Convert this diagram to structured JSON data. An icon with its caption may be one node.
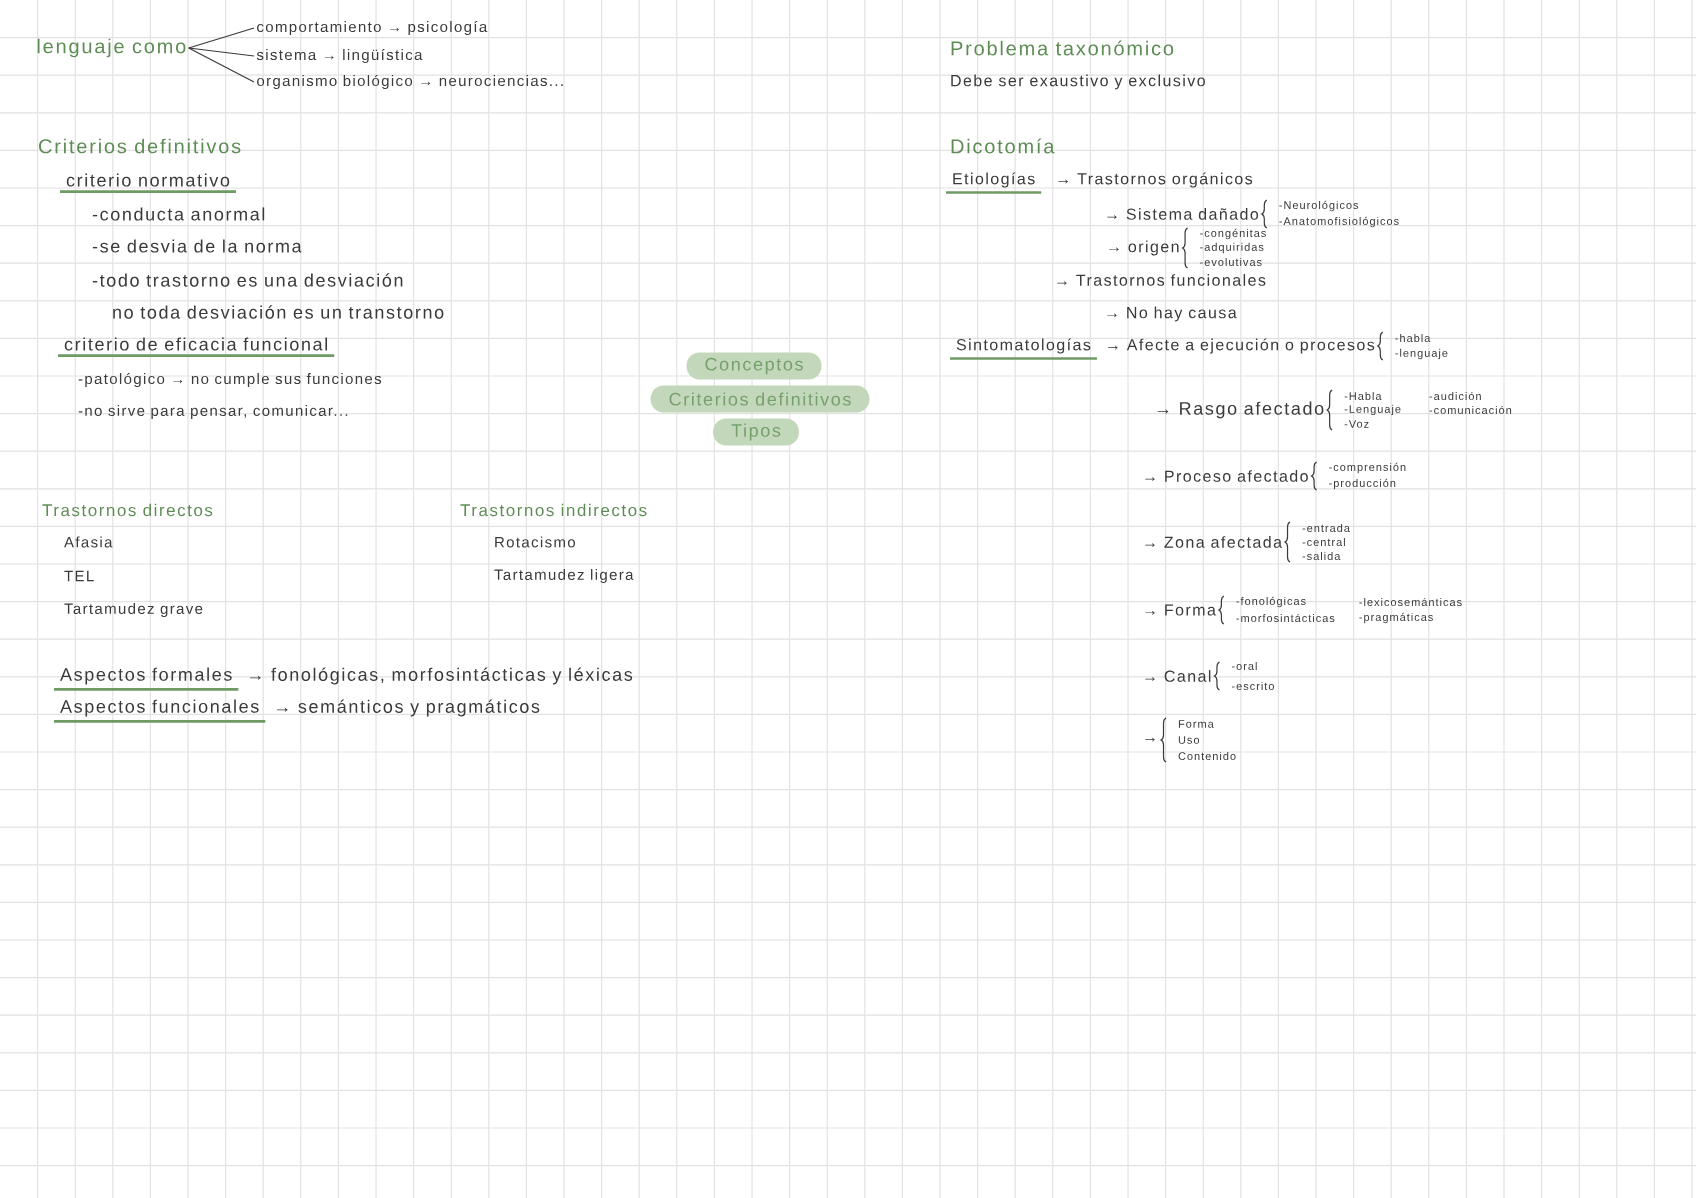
{
  "diagram": {
    "nodes": [
      {
        "text": [
          "lenguaje como"
        ]
      },
      {
        "text": [
          "comportamiento → psicología"
        ]
      },
      {
        "text": [
          "sistema → lingüística"
        ]
      },
      {
        "text": [
          "organismo biológico → neurociencias..."
        ]
      },
      {
        "text": [
          "Conceptos"
        ]
      },
      {
        "text": [
          "Criterios definitivos"
        ]
      },
      {
        "text": [
          "Tipos"
        ]
      }
    ],
    "edges": [
      {
        "from": 0,
        "to": 1,
        "arrow": "none"
      },
      {
        "from": 0,
        "to": 2,
        "arrow": "none"
      },
      {
        "from": 0,
        "to": 3,
        "arrow": "none"
      }
    ],
    "labels": [
      "Criterios definitivos",
      "criterio normativo",
      "-conducta anormal",
      "-se desvia de la norma",
      "-todo trastorno es una desviación",
      "no toda desviación es un transtorno",
      "criterio de eficacia funcional",
      "-patológico → no cumple sus funciones",
      "-no sirve para pensar, comunicar...",
      "Trastornos directos",
      "Afasia",
      "TEL",
      "Tartamudez grave",
      "Trastornos indirectos",
      "Rotacismo",
      "Tartamudez ligera",
      "Aspectos formales",
      "→ fonológicas, morfosintácticas y léxicas",
      "Aspectos funcionales",
      "→ semánticos y pragmáticos",
      "Problema taxonómico",
      "Debe ser exaustivo y exclusivo",
      "Dicotomía",
      "Etiologías",
      "→ Trastornos orgánicos",
      "→ Sistema dañado",
      "-Neurológicos",
      "-Anatomofisiológicos",
      "→ origen",
      "-congénitas",
      "-adquiridas",
      "-evolutivas",
      "→ Trastornos funcionales",
      "→ No hay causa",
      "Sintomatologías",
      "→ Afecte a ejecución o procesos",
      "-habla",
      "-lenguaje",
      "→ Rasgo afectado",
      "-Habla",
      "-Lenguaje",
      "-Voz",
      "-audición",
      "-comunicación",
      "→ Proceso afectado",
      "-comprensión",
      "-producción",
      "→ Zona afectada",
      "-entrada",
      "-central",
      "-salida",
      "→ Forma",
      "-fonológicas",
      "-morfosintácticas",
      "-lexicosemánticas",
      "-pragmáticas",
      "→ Canal",
      "-oral",
      "-escrito",
      "→",
      "Forma",
      "Uso",
      "Contenido"
    ]
  }
}
